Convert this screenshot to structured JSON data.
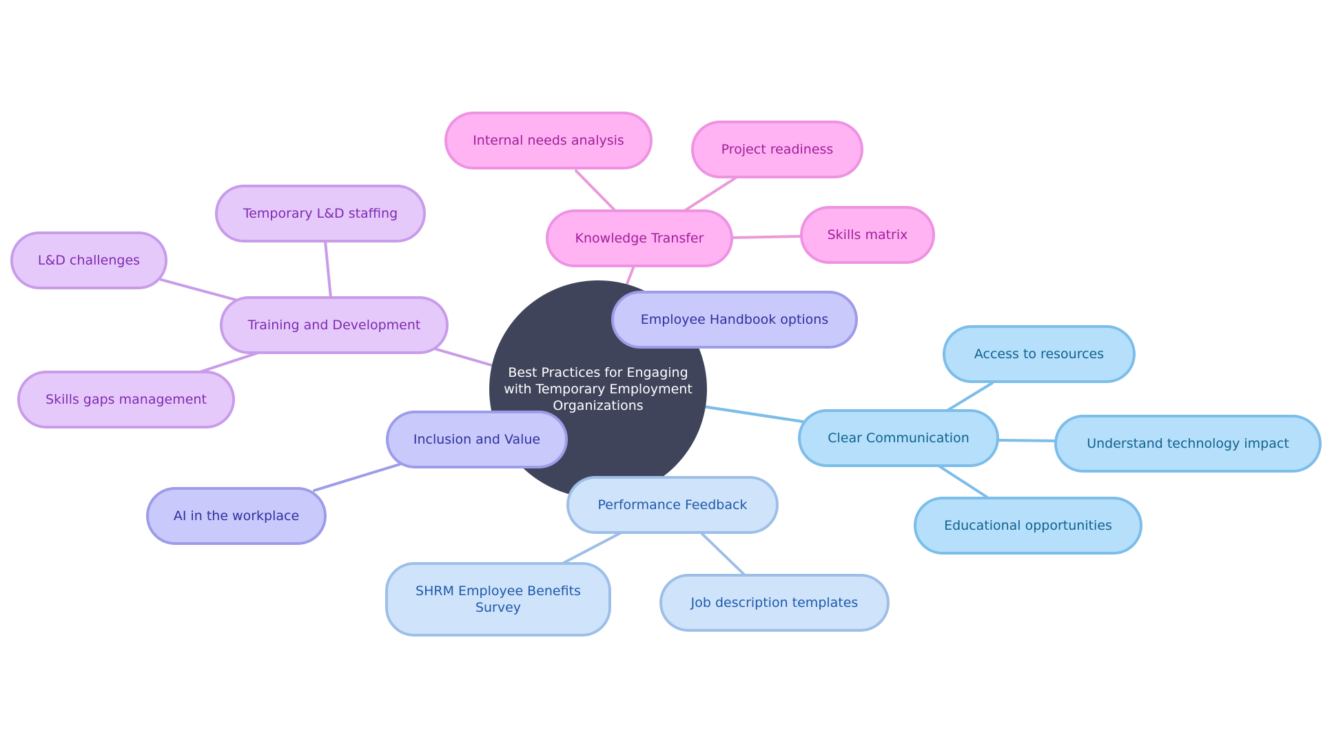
{
  "root": {
    "label_lines": [
      "Best Practices for Engaging",
      "with Temporary Employment",
      "Organizations"
    ]
  },
  "branches": [
    {
      "key": "knowledge",
      "label": "Knowledge Transfer",
      "colors": {
        "fill": "#ffb3f3",
        "stroke": "#ee92e2",
        "text": "#a01e9a",
        "line": "#ea9ad9"
      },
      "children": [
        "Internal needs analysis",
        "Project readiness",
        "Skills matrix"
      ]
    },
    {
      "key": "handbook",
      "label": "Employee Handbook options",
      "colors": {
        "fill": "#c9c9fc",
        "stroke": "#9d9ce8",
        "text": "#2f2f9e",
        "line": "#9d9ce8"
      },
      "children": []
    },
    {
      "key": "communication",
      "label": "Clear Communication",
      "colors": {
        "fill": "#b5dffb",
        "stroke": "#7cbde9",
        "text": "#11628d",
        "line": "#7cbde9"
      },
      "children": [
        "Access to resources",
        "Understand technology impact",
        "Educational opportunities"
      ]
    },
    {
      "key": "feedback",
      "label": "Performance Feedback",
      "colors": {
        "fill": "#cfe3fb",
        "stroke": "#9dbfe7",
        "text": "#1d5aa8",
        "line": "#9dbfe7"
      },
      "children": [
        [
          "SHRM Employee Benefits",
          "Survey"
        ],
        "Job description templates"
      ]
    },
    {
      "key": "inclusion",
      "label": "Inclusion and Value",
      "colors": {
        "fill": "#c9c9fc",
        "stroke": "#9d9ce8",
        "text": "#2f2f9e",
        "line": "#9d9ce8"
      },
      "children": [
        "AI in the workplace"
      ]
    },
    {
      "key": "training",
      "label": "Training and Development",
      "colors": {
        "fill": "#e6c9fb",
        "stroke": "#c89ce9",
        "text": "#7e2aaf",
        "line": "#c89ce9"
      },
      "children": [
        "Temporary L&D staffing",
        "L&D challenges",
        "Skills gaps management"
      ]
    }
  ]
}
